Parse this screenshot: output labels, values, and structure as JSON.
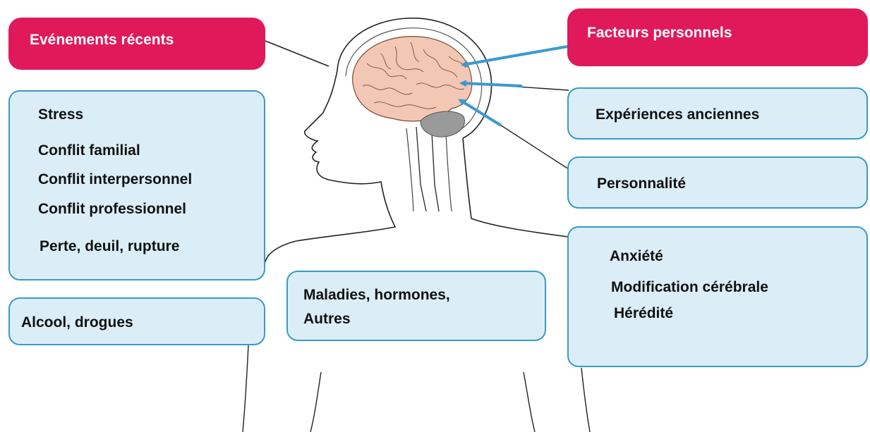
{
  "left": {
    "header": "Evénements récents",
    "factors": [
      "Stress",
      "Conflit familial",
      "Conflit interpersonnel",
      "Conflit professionnel",
      "Perte, deuil, rupture"
    ],
    "substances": "Alcool, drogues"
  },
  "center": {
    "line1": "Maladies, hormones,",
    "line2": "Autres"
  },
  "right": {
    "header": "Facteurs personnels",
    "experiences": "Expériences anciennes",
    "personality": "Personnalité",
    "factors": [
      "Anxiété",
      "Modification cérébrale",
      "Hérédité"
    ]
  },
  "colors": {
    "header_fill": "#e0195a",
    "box_fill": "#dbeef7",
    "box_border": "#3a9ac4",
    "arrow": "#3a9ad0",
    "brain": "#f2c7b4",
    "cerebellum": "#9a9a9a"
  }
}
